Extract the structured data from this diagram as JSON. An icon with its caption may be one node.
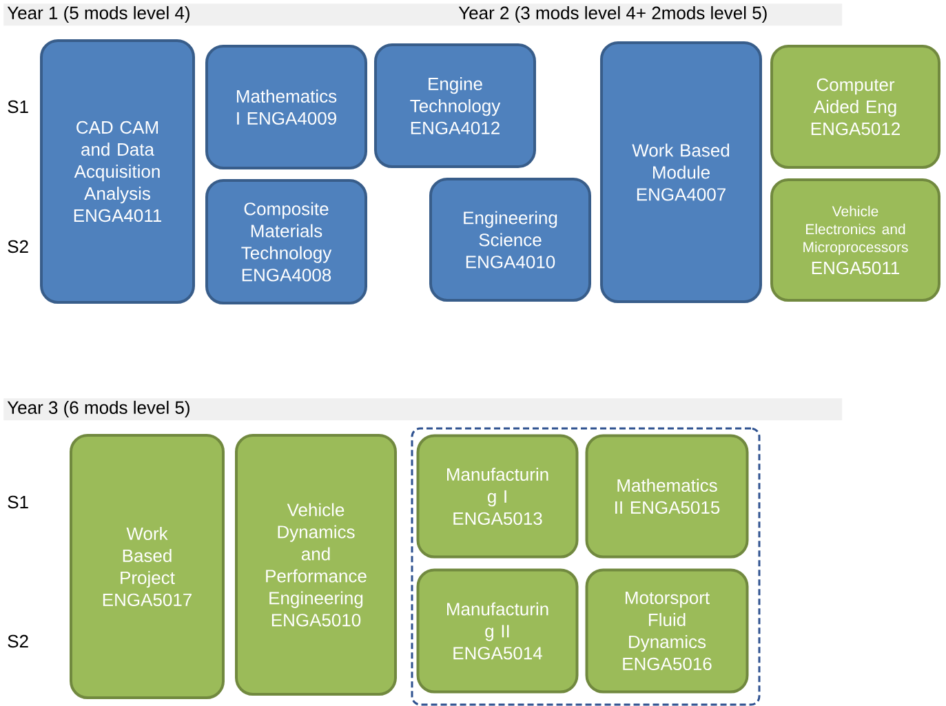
{
  "diagram": {
    "nodes": [
      {
        "text": [
          "Year 1 (5 mods level 4)",
          "Year 2 (3 mods level 4+ 2mods level 5)"
        ]
      },
      {
        "text": [
          "CAD CAM and Data Acquisition Analysis ENGA4011"
        ]
      },
      {
        "text": [
          "Mathematics I ENGA4009"
        ]
      },
      {
        "text": [
          "Engine Technology ENGA4012"
        ]
      },
      {
        "text": [
          "Composite Materials Technology ENGA4008"
        ]
      },
      {
        "text": [
          "Engineering Science ENGA4010"
        ]
      },
      {
        "text": [
          "Work Based Module ENGA4007"
        ]
      },
      {
        "text": [
          "Computer Aided Eng ENGA5012"
        ]
      },
      {
        "text": [
          "Vehicle Electronics and Microprocessors",
          "ENGA5011"
        ]
      },
      {
        "text": [
          "Year 3 (6 mods level 5)"
        ]
      },
      {
        "text": [
          "Work Based Project ENGA5017"
        ]
      },
      {
        "text": [
          "Vehicle Dynamics and Performance Engineering ENGA5010"
        ]
      },
      {
        "text": [],
        "shape": "box"
      },
      {
        "text": [
          "Manufacturin g I ENGA5013"
        ],
        "in": 12
      },
      {
        "text": [
          "Mathematics II ENGA5015"
        ],
        "in": 12
      },
      {
        "text": [
          "Manufacturin g II ENGA5014"
        ],
        "in": 12
      },
      {
        "text": [
          "Motorsport Fluid Dynamics ENGA5016"
        ],
        "in": 12
      }
    ],
    "labels": [
      "S1",
      "S2",
      "S1",
      "S2"
    ]
  }
}
